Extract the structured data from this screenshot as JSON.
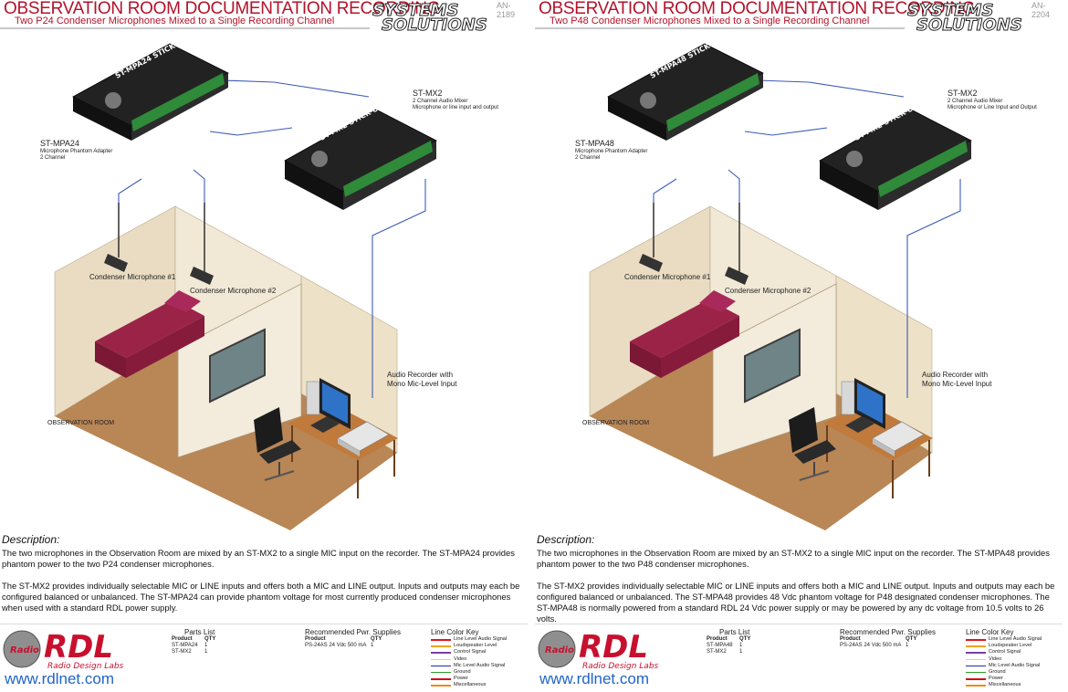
{
  "sheets": [
    {
      "title": "OBSERVATION ROOM DOCUMENTATION RECORDING",
      "subtitle": "Two P24 Condenser Microphones Mixed to a Single Recording Channel",
      "an": "AN-2189",
      "brand_line1": "SYSTEMS",
      "brand_line2": "SOLUTIONS",
      "adapter_module_text": "ST-MPA24 STICK-ON",
      "mixer_module_text": "ST-MX2 STICK-ON",
      "adapter_name": "ST-MPA24",
      "adapter_desc1": "Microphone Phantom Adapter",
      "adapter_desc2": "2 Channel",
      "mixer_name": "ST-MX2",
      "mixer_desc1": "2 Channel Audio Mixer",
      "mixer_desc2": "Microphone or line input and output",
      "mic1_label": "Condenser Microphone #1",
      "mic2_label": "Condenser Microphone #2",
      "recorder_label1": "Audio Recorder with",
      "recorder_label2": "Mono Mic-Level Input",
      "room_label": "OBSERVATION ROOM",
      "description_heading": "Description:",
      "description_p1": "The two microphones in the Observation Room are mixed by an ST-MX2 to a single MIC input on the recorder. The ST-MPA24 provides phantom power to the two P24 condenser microphones.",
      "description_p2": "The ST-MX2 provides individually selectable MIC or LINE inputs and offers both a MIC and LINE output. Inputs and outputs may each be configured balanced or unbalanced. The ST-MPA24 can provide phantom voltage for most currently produced condenser microphones when used with a standard RDL power supply.",
      "logo_text": "RDL",
      "logo_sub": "Radio Design Labs",
      "logo_badge": "Radio",
      "url": "www.rdlnet.com",
      "parts_heading": "Parts List",
      "parts_col_product": "Product",
      "parts_col_qty": "QTY",
      "parts": [
        {
          "product": "ST-MPA24",
          "qty": "1"
        },
        {
          "product": "ST-MX2",
          "qty": "1"
        }
      ],
      "supplies_heading": "Recommended Pwr. Supplies",
      "supplies_col_product": "Product",
      "supplies_col_qty": "QTY",
      "supplies": [
        {
          "product": "PS-24AS 24 Vdc 500 mA",
          "qty": "1"
        }
      ]
    },
    {
      "title": "OBSERVATION ROOM DOCUMENTATION RECORDING",
      "subtitle": "Two P48 Condenser Microphones Mixed to a Single Recording Channel",
      "an": "AN-2204",
      "brand_line1": "SYSTEMS",
      "brand_line2": "SOLUTIONS",
      "adapter_module_text": "ST-MPA48 STICK-ON",
      "mixer_module_text": "ST-MX2 STICK-ON",
      "adapter_name": "ST-MPA48",
      "adapter_desc1": "Microphone Phantom Adapter",
      "adapter_desc2": "2 Channel",
      "mixer_name": "ST-MX2",
      "mixer_desc1": "2 Channel Audio Mixer",
      "mixer_desc2": "Microphone or Line Input and Output",
      "mic1_label": "Condenser Microphone #1",
      "mic2_label": "Condenser Microphone #2",
      "recorder_label1": "Audio Recorder with",
      "recorder_label2": "Mono Mic-Level Input",
      "room_label": "OBSERVATION ROOM",
      "description_heading": "Description:",
      "description_p1": "The two microphones in the Observation Room are mixed by an ST-MX2 to a single MIC input on the recorder. The ST-MPA48 provides phantom power to the two P48 condenser microphones.",
      "description_p2": "The ST-MX2 provides individually selectable MIC or LINE inputs and offers both a MIC and LINE output. Inputs and outputs may each be configured balanced or unbalanced. The ST-MPA48 provides 48 Vdc phantom voltage for P48 designated condenser microphones. The ST-MPA48 is normally powered from a standard RDL 24 Vdc power supply or may be powered by any dc voltage from 10.5 volts to 26 volts.",
      "logo_text": "RDL",
      "logo_sub": "Radio Design Labs",
      "logo_badge": "Radio",
      "url": "www.rdlnet.com",
      "parts_heading": "Parts List",
      "parts_col_product": "Product",
      "parts_col_qty": "QTY",
      "parts": [
        {
          "product": "ST-MPA48",
          "qty": "1"
        },
        {
          "product": "ST-MX2",
          "qty": "1"
        }
      ],
      "supplies_heading": "Recommended Pwr. Supplies",
      "supplies_col_product": "Product",
      "supplies_col_qty": "QTY",
      "supplies": [
        {
          "product": "PS-24AS 24 Vdc 500 mA",
          "qty": "1"
        }
      ]
    }
  ],
  "line_color_key": {
    "heading": "Line Color Key",
    "items": [
      {
        "label": "Line Level Audio Signal",
        "color": "#e0151b"
      },
      {
        "label": "Loudspeaker Level",
        "color": "#f0a21f"
      },
      {
        "label": "Control Signal",
        "color": "#7a3fa0"
      },
      {
        "label": "Video",
        "color": "#e8e800"
      },
      {
        "label": "Mic Level Audio Signal",
        "color": "#1d2fb8"
      },
      {
        "label": "Ground",
        "color": "#2a9a2a"
      },
      {
        "label": "Power",
        "color": "#d01010"
      },
      {
        "label": "Miscellaneous",
        "color": "#f08a10"
      }
    ]
  },
  "colors": {
    "title_red": "#b3122a",
    "signal_blue": "#3b5bb6",
    "url_blue": "#1f64c8",
    "floor": "#b98656",
    "wall": "#e9dcc2",
    "bed": "#8a1c3c"
  }
}
